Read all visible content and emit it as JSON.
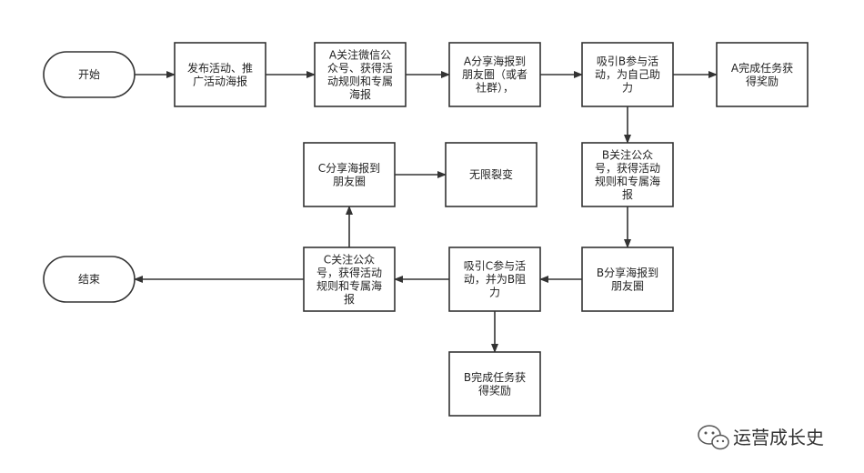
{
  "diagram": {
    "colors": {
      "stroke": "#333333",
      "text": "#222222",
      "background": "#ffffff"
    },
    "nodes": [
      {
        "id": "start",
        "shape": "terminal",
        "lines": [
          "开始"
        ]
      },
      {
        "id": "publish",
        "shape": "process",
        "lines": [
          "发布活动、推",
          "广活动海报"
        ]
      },
      {
        "id": "a-follow",
        "shape": "process",
        "lines": [
          "A关注微信公",
          "众号、获得活",
          "动规则和专属",
          "海报"
        ]
      },
      {
        "id": "a-share",
        "shape": "process",
        "lines": [
          "A分享海报到",
          "朋友圈（或者",
          "社群），"
        ]
      },
      {
        "id": "attract-b",
        "shape": "process",
        "lines": [
          "吸引B参与活",
          "动，为自己助",
          "力"
        ]
      },
      {
        "id": "a-reward",
        "shape": "process",
        "lines": [
          "A完成任务获",
          "得奖励"
        ]
      },
      {
        "id": "b-follow",
        "shape": "process",
        "lines": [
          "B关注公众",
          "号，获得活动",
          "规则和专属海",
          "报"
        ]
      },
      {
        "id": "b-share",
        "shape": "process",
        "lines": [
          "B分享海报到",
          "朋友圈"
        ]
      },
      {
        "id": "attract-c",
        "shape": "process",
        "lines": [
          "吸引C参与活",
          "动，并为B阻",
          "力"
        ]
      },
      {
        "id": "c-follow",
        "shape": "process",
        "lines": [
          "C关注公众",
          "号，获得活动",
          "规则和专属海",
          "报"
        ]
      },
      {
        "id": "end",
        "shape": "terminal",
        "lines": [
          "结束"
        ]
      },
      {
        "id": "c-share",
        "shape": "process",
        "lines": [
          "C分享海报到",
          "朋友圈"
        ]
      },
      {
        "id": "infinite",
        "shape": "process",
        "lines": [
          "无限裂变"
        ]
      },
      {
        "id": "b-reward",
        "shape": "process",
        "lines": [
          "B完成任务获",
          "得奖励"
        ]
      }
    ],
    "edges": [
      {
        "from": "start",
        "to": "publish"
      },
      {
        "from": "publish",
        "to": "a-follow"
      },
      {
        "from": "a-follow",
        "to": "a-share"
      },
      {
        "from": "a-share",
        "to": "attract-b"
      },
      {
        "from": "attract-b",
        "to": "a-reward"
      },
      {
        "from": "attract-b",
        "to": "b-follow"
      },
      {
        "from": "b-follow",
        "to": "b-share"
      },
      {
        "from": "b-share",
        "to": "attract-c"
      },
      {
        "from": "attract-c",
        "to": "c-follow"
      },
      {
        "from": "attract-c",
        "to": "b-reward"
      },
      {
        "from": "c-follow",
        "to": "end"
      },
      {
        "from": "c-follow",
        "to": "c-share"
      },
      {
        "from": "c-share",
        "to": "infinite"
      }
    ]
  },
  "watermark": {
    "text": "运营成长史",
    "icon": "wechat-icon"
  }
}
